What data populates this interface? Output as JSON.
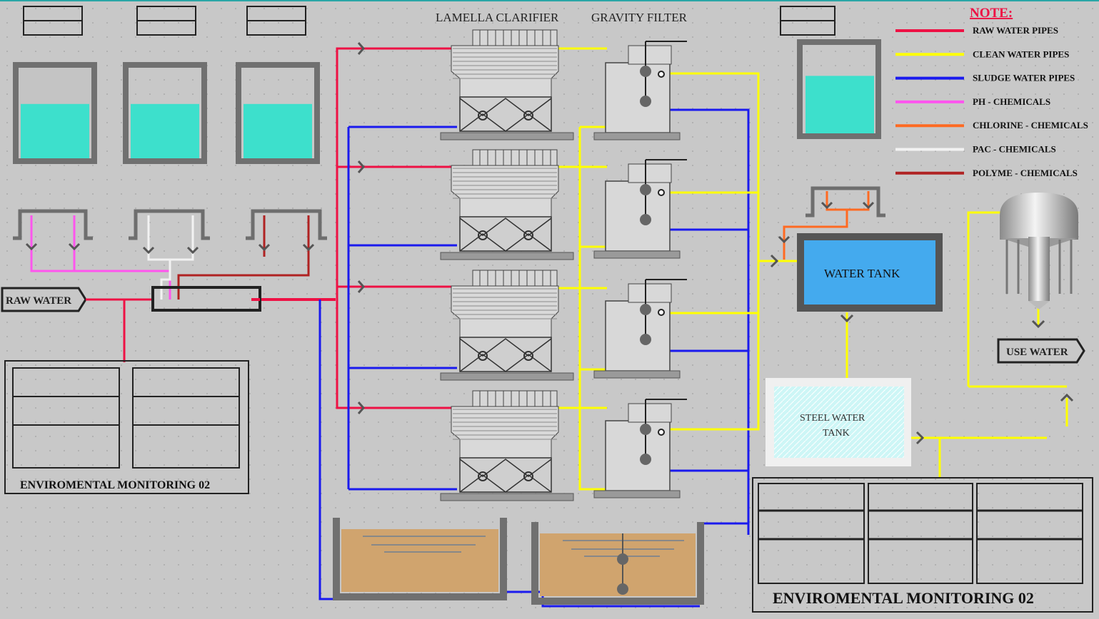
{
  "titles": {
    "lamella_clarifier": "LAMELLA CLARIFIER",
    "gravity_filter": "GRAVITY FILTER"
  },
  "legend": {
    "title": "NOTE:",
    "items": [
      {
        "label": "RAW WATER PIPES",
        "color": "#ee1144"
      },
      {
        "label": "CLEAN WATER PIPES",
        "color": "#ffff00"
      },
      {
        "label": "SLUDGE WATER PIPES",
        "color": "#1a1aee"
      },
      {
        "label": "PH - CHEMICALS",
        "color": "#ff55ee"
      },
      {
        "label": "CHLORINE - CHEMICALS",
        "color": "#ff6a22"
      },
      {
        "label": "PAC - CHEMICALS",
        "color": "#f2f2f2"
      },
      {
        "label": "POLYME - CHEMICALS",
        "color": "#b02222"
      }
    ]
  },
  "labels": {
    "raw_water": "RAW WATER",
    "use_water": "USE WATER",
    "water_tank": "WATER TANK",
    "steel_water_tank_line1": "STEEL WATER",
    "steel_water_tank_line2": "TANK",
    "env_monitoring_left": "ENVIROMENTAL MONITORING 02",
    "env_monitoring_right": "ENVIROMENTAL MONITORING 02"
  },
  "colors": {
    "tank_liquid": "#3de0cc",
    "water_tank_fill": "#44aaee",
    "sludge_fill": "#d0a46e",
    "steel_tank_fill": "#cdf6f6"
  },
  "tank_levels": {
    "chemical_tank_1": 0.6,
    "chemical_tank_2": 0.6,
    "chemical_tank_3": 0.6,
    "chemical_tank_4": 0.65
  }
}
